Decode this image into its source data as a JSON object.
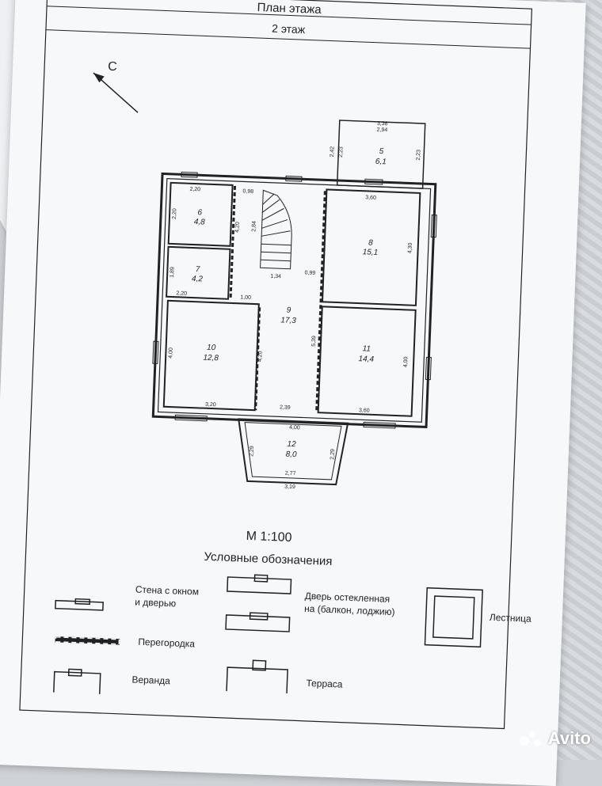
{
  "header": {
    "title": "План этажа",
    "subtitle": "2 этаж"
  },
  "north_label": "С",
  "scale": "М 1:100",
  "legend": {
    "title": "Условные обозначения",
    "wall_line1": "Стена с окном",
    "wall_line2": "и дверью",
    "partition": "Перегородка",
    "veranda": "Веранда",
    "door_line1": "Дверь остекленная",
    "door_line2": "на (балкон, лоджию)",
    "stairs": "Лестница",
    "terrace": "Терраса"
  },
  "rooms": [
    {
      "num": "5",
      "area": "6,1"
    },
    {
      "num": "6",
      "area": "4,8"
    },
    {
      "num": "7",
      "area": "4,2"
    },
    {
      "num": "8",
      "area": "15,1"
    },
    {
      "num": "9",
      "area": "17,3"
    },
    {
      "num": "10",
      "area": "12,8"
    },
    {
      "num": "11",
      "area": "14,4"
    },
    {
      "num": "12",
      "area": "8,0"
    }
  ],
  "dimensions": {
    "d_336": "3,36",
    "d_294": "2,94",
    "d_242": "2,42",
    "d_223a": "2,23",
    "d_223b": "2,23",
    "d_220a": "2,20",
    "d_098": "0,98",
    "d_360a": "3,60",
    "d_220v": "2,20",
    "d_420a": "4,20",
    "d_284": "2,84",
    "d_430": "4,30",
    "d_189": "1,89",
    "d_134": "1,34",
    "d_099": "0,99",
    "d_220b": "2,20",
    "d_100": "1,00",
    "d_400a": "4,00",
    "d_420b": "4,20",
    "d_539": "5,39",
    "d_400b": "4,00",
    "d_320": "3,20",
    "d_239": "2,39",
    "d_360b": "3,60",
    "d_400c": "4,00",
    "d_229a": "2,29",
    "d_229b": "2,29",
    "d_277": "2,77",
    "d_319": "3,19"
  },
  "watermark": "Avito"
}
